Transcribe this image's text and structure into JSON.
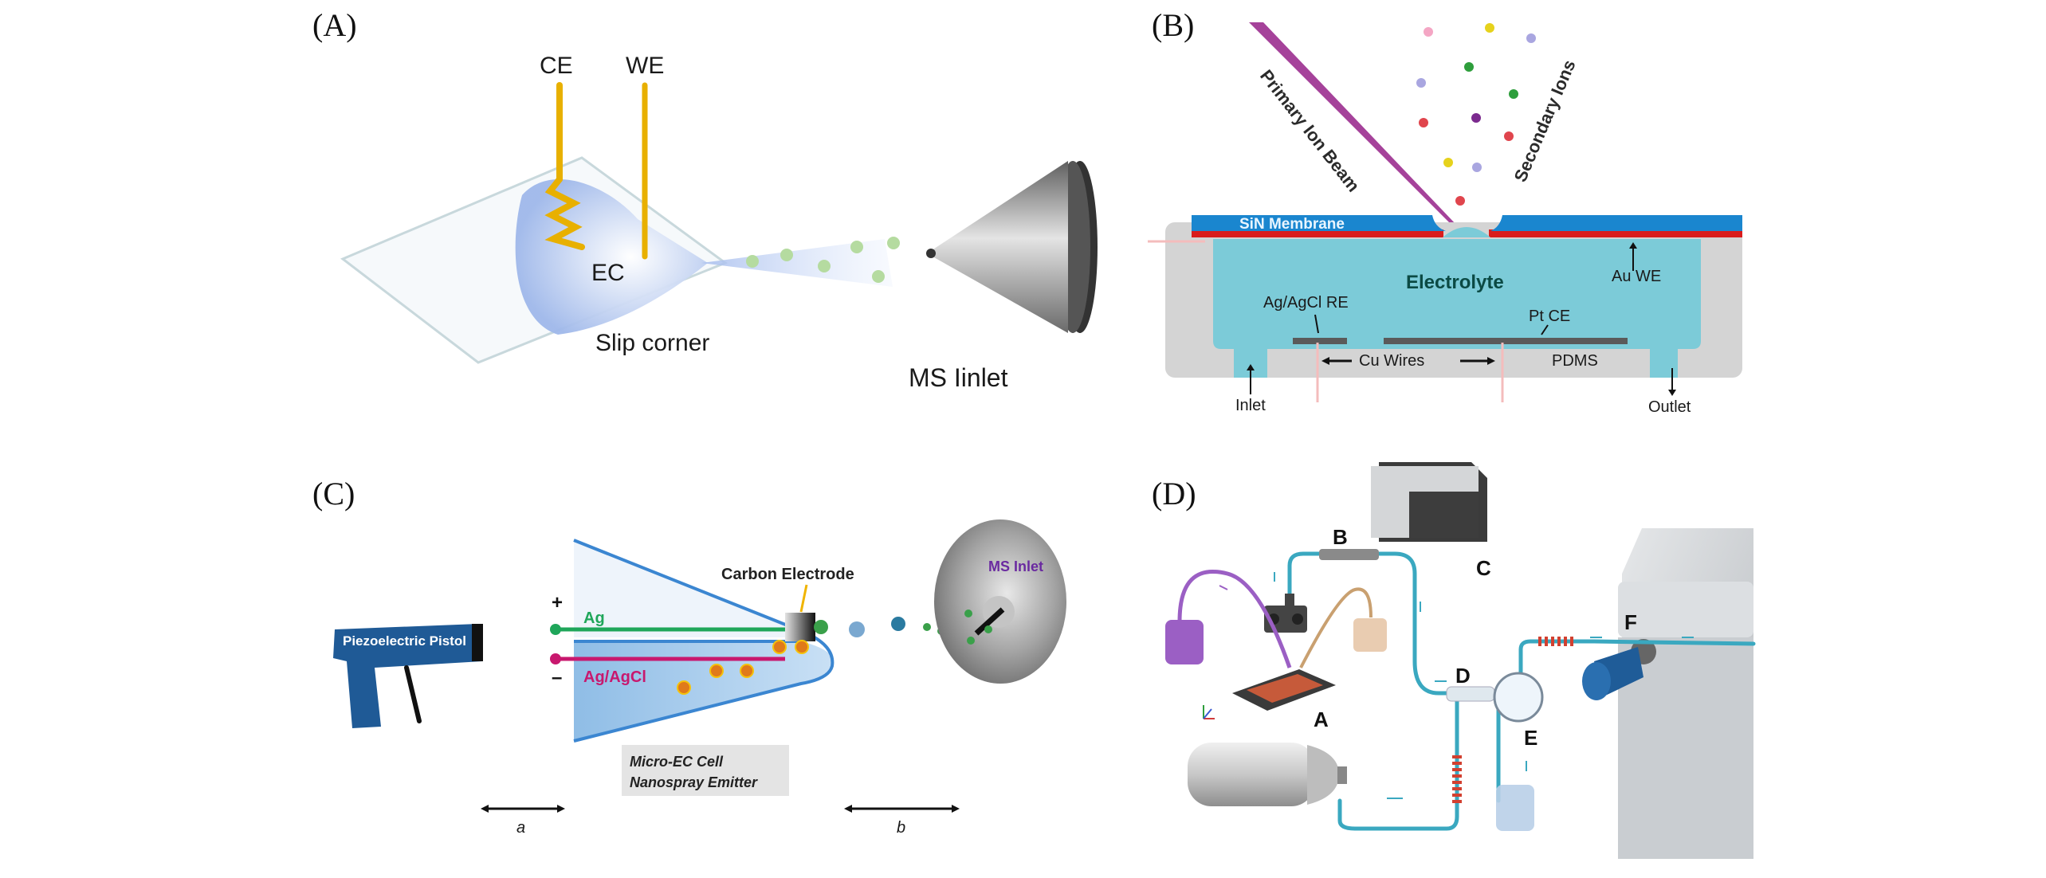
{
  "figure": {
    "panels": [
      {
        "id": "A",
        "label": "(A)",
        "texts": {
          "ce": "CE",
          "we": "WE",
          "ec": "EC",
          "slip": "Slip corner",
          "ms": "MS Iinlet"
        },
        "colors": {
          "electrode": "#e8b000",
          "droplet": "#b8cdf0",
          "spray_dots": "#b5dba0",
          "cone": "#9a9a9a"
        }
      },
      {
        "id": "B",
        "label": "(B)",
        "texts": {
          "beam": "Primary Ion Beam",
          "secondary": "Secondary Ions",
          "membrane": "SiN Membrane",
          "electrolyte": "Electrolyte",
          "au_we": "Au WE",
          "re": "Ag/AgCl RE",
          "pt_ce": "Pt CE",
          "cu_wires": "Cu Wires",
          "pdms": "PDMS",
          "inlet": "Inlet",
          "outlet": "Outlet"
        },
        "colors": {
          "membrane": "#1a86cf",
          "au_layer": "#d91c1c",
          "electrolyte": "#7ccbd8",
          "pdms": "#d4d4d4",
          "beam": "#a5429a",
          "label_teal": "#0b5a50"
        },
        "secondary_ion_colors": [
          "#f4a6c4",
          "#e6d21c",
          "#a9a6e0",
          "#2e9e3c",
          "#a9a6e0",
          "#2e9e3c",
          "#e0454d",
          "#7b2a8e",
          "#e0454d",
          "#e6d21c",
          "#a9a6e0",
          "#e0454d"
        ]
      },
      {
        "id": "C",
        "label": "(C)",
        "texts": {
          "pistol": "Piezoelectric Pistol",
          "carbon": "Carbon Electrode",
          "ms": "MS Inlet",
          "ag": "Ag",
          "agcl": "Ag/AgCl",
          "plus": "+",
          "minus": "–",
          "cell_line1": "Micro-EC Cell",
          "cell_line2": "Nanospray Emitter",
          "a": "a",
          "b": "b"
        },
        "colors": {
          "pistol": "#1f5a96",
          "ag": "#1fa65a",
          "agcl": "#c8186e",
          "emitter": "#9fc6ea",
          "ms_text": "#6a2aa0"
        }
      },
      {
        "id": "D",
        "label": "(D)",
        "texts": {
          "a": "A",
          "b": "B",
          "c": "C",
          "d": "D",
          "e": "E",
          "f": "F"
        },
        "colors": {
          "tubing": "#3aa8c0",
          "purple": "#9b5fc4",
          "tan": "#c9a070",
          "instrument": "#d6d9dc",
          "probe": "#1f5c98"
        }
      }
    ]
  }
}
